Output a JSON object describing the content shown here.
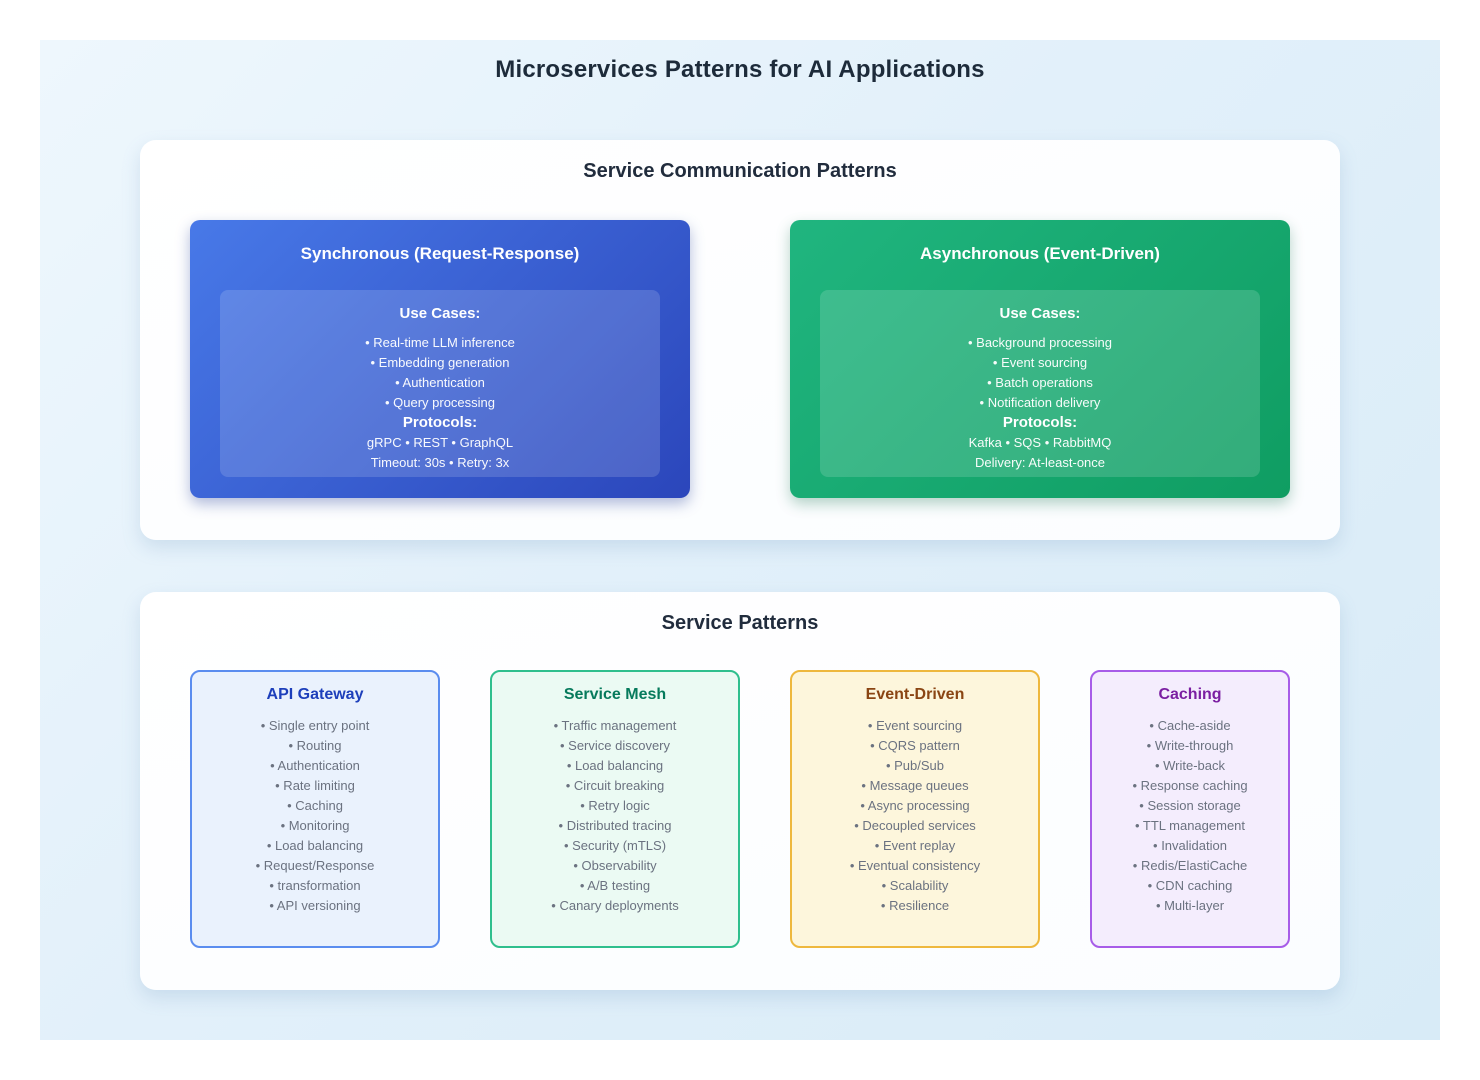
{
  "page": {
    "title": "Microservices Patterns for AI Applications"
  },
  "colors": {
    "page_background": "#ffffff",
    "canvas_background": "#e2f0fa",
    "panel_background": "#ffffff",
    "heading_text": "#212c3d",
    "sync_gradient_start": "#4879e8",
    "sync_gradient_end": "#2b46bb",
    "async_gradient_start": "#20b57f",
    "async_gradient_end": "#0f9d62",
    "api_gateway_border": "#5b8def",
    "api_gateway_title": "#1d3fbb",
    "api_gateway_background": "#eaf2fd",
    "service_mesh_border": "#2fbf8d",
    "service_mesh_title": "#067a5c",
    "service_mesh_background": "#ebfaf3",
    "event_driven_border": "#eeb83e",
    "event_driven_title": "#8a4513",
    "event_driven_background": "#fdf6dc",
    "caching_border": "#a75ce8",
    "caching_title": "#7b1fa2",
    "caching_background": "#f4edfd",
    "list_text": "#6b7280"
  },
  "communication": {
    "title": "Service Communication Patterns",
    "sync": {
      "title": "Synchronous (Request-Response)",
      "use_cases_label": "Use Cases:",
      "use_cases": [
        "• Real-time LLM inference",
        "• Embedding generation",
        "• Authentication",
        "• Query processing"
      ],
      "protocols_label": "Protocols:",
      "protocols": "gRPC • REST • GraphQL",
      "policy": "Timeout: 30s • Retry: 3x"
    },
    "async": {
      "title": "Asynchronous (Event-Driven)",
      "use_cases_label": "Use Cases:",
      "use_cases": [
        "• Background processing",
        "• Event sourcing",
        "• Batch operations",
        "• Notification delivery"
      ],
      "protocols_label": "Protocols:",
      "protocols": "Kafka • SQS • RabbitMQ",
      "policy": "Delivery: At-least-once"
    }
  },
  "patterns": {
    "title": "Service Patterns",
    "cards": [
      {
        "title": "API Gateway",
        "items": [
          "• Single entry point",
          "• Routing",
          "• Authentication",
          "• Rate limiting",
          "• Caching",
          "• Monitoring",
          "• Load balancing",
          "• Request/Response",
          "• transformation",
          "• API versioning"
        ]
      },
      {
        "title": "Service Mesh",
        "items": [
          "• Traffic management",
          "• Service discovery",
          "• Load balancing",
          "• Circuit breaking",
          "• Retry logic",
          "• Distributed tracing",
          "• Security (mTLS)",
          "• Observability",
          "• A/B testing",
          "• Canary deployments"
        ]
      },
      {
        "title": "Event-Driven",
        "items": [
          "• Event sourcing",
          "• CQRS pattern",
          "• Pub/Sub",
          "• Message queues",
          "• Async processing",
          "• Decoupled services",
          "• Event replay",
          "• Eventual consistency",
          "• Scalability",
          "• Resilience"
        ]
      },
      {
        "title": "Caching",
        "items": [
          "• Cache-aside",
          "• Write-through",
          "• Write-back",
          "• Response caching",
          "• Session storage",
          "• TTL management",
          "• Invalidation",
          "• Redis/ElastiCache",
          "• CDN caching",
          "• Multi-layer"
        ]
      }
    ]
  }
}
